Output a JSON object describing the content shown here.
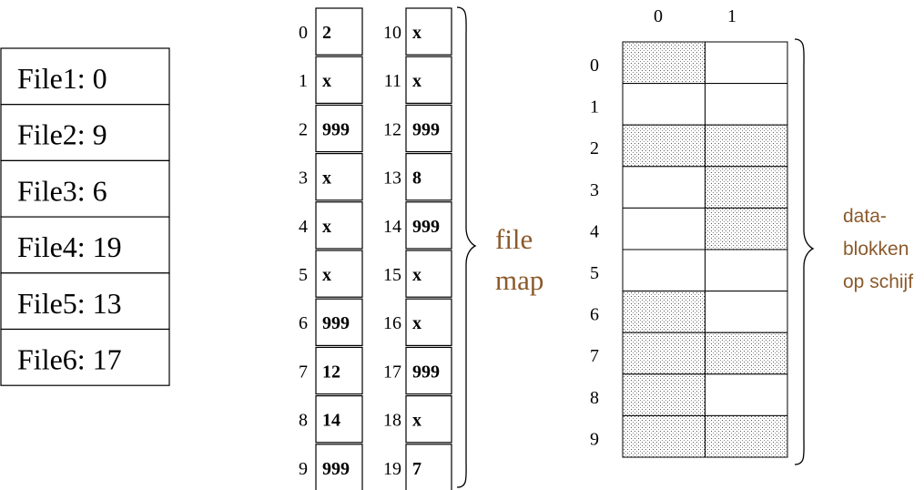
{
  "file_table": [
    {
      "label": "File1: 0"
    },
    {
      "label": "File2: 9"
    },
    {
      "label": "File3: 6"
    },
    {
      "label": "File4: 19"
    },
    {
      "label": "File5: 13"
    },
    {
      "label": "File6: 17"
    }
  ],
  "file_map": {
    "label_line1": "file",
    "label_line2": "map",
    "label_color": "#8b5a2b",
    "column_a": [
      {
        "index": "0",
        "value": "2"
      },
      {
        "index": "1",
        "value": "x"
      },
      {
        "index": "2",
        "value": "999"
      },
      {
        "index": "3",
        "value": "x"
      },
      {
        "index": "4",
        "value": "x"
      },
      {
        "index": "5",
        "value": "x"
      },
      {
        "index": "6",
        "value": "999"
      },
      {
        "index": "7",
        "value": "12"
      },
      {
        "index": "8",
        "value": "14"
      },
      {
        "index": "9",
        "value": "999"
      }
    ],
    "column_b": [
      {
        "index": "10",
        "value": "x"
      },
      {
        "index": "11",
        "value": "x"
      },
      {
        "index": "12",
        "value": "999"
      },
      {
        "index": "13",
        "value": "8"
      },
      {
        "index": "14",
        "value": "999"
      },
      {
        "index": "15",
        "value": "x"
      },
      {
        "index": "16",
        "value": "x"
      },
      {
        "index": "17",
        "value": "999"
      },
      {
        "index": "18",
        "value": "x"
      },
      {
        "index": "19",
        "value": "7"
      }
    ]
  },
  "disk_blocks": {
    "column_headers": [
      "0",
      "1"
    ],
    "row_labels": [
      "0",
      "1",
      "2",
      "3",
      "4",
      "5",
      "6",
      "7",
      "8",
      "9"
    ],
    "used": [
      [
        true,
        false
      ],
      [
        false,
        false
      ],
      [
        true,
        true
      ],
      [
        false,
        true
      ],
      [
        false,
        true
      ],
      [
        false,
        false
      ],
      [
        true,
        false
      ],
      [
        true,
        true
      ],
      [
        true,
        false
      ],
      [
        true,
        true
      ]
    ],
    "label_lines": [
      "data-",
      "blokken",
      "op schijf"
    ],
    "label_color": "#8b5a2b"
  }
}
